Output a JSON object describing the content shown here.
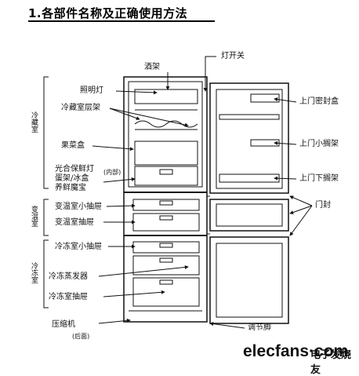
{
  "title": "1.各部件名称及正确使用方法",
  "labels": {
    "wine_rack": "酒架",
    "light_switch": "灯开关",
    "lighting": "照明灯",
    "fridge_shelf": "冷藏室层架",
    "fruit_box": "果菜盒",
    "photo_light_1": "光合保鲜灯",
    "photo_light_2": "蛋架/冰盒",
    "photo_light_3": "养鲜魔宝",
    "inside": "(内部)",
    "varitemp_small": "变温室小抽屉",
    "varitemp_drawer": "变温室抽屉",
    "freezer_small": "冷冻室小抽屉",
    "evaporator": "冷冻蒸发器",
    "freezer_drawer": "冷冻室抽屉",
    "compressor": "压缩机",
    "rear": "(后面)",
    "upper_sealed_box": "上门密封盒",
    "upper_small_rack": "上门小搁架",
    "upper_lower_rack": "上门下搁架",
    "door_seal": "门封",
    "adjust_foot": "调节脚",
    "zone_fridge": "冷藏室",
    "zone_varitemp": "变温室",
    "zone_freezer": "冷冻室"
  },
  "watermark": {
    "site": "elecfans·com",
    "cn": "电子发烧友"
  }
}
